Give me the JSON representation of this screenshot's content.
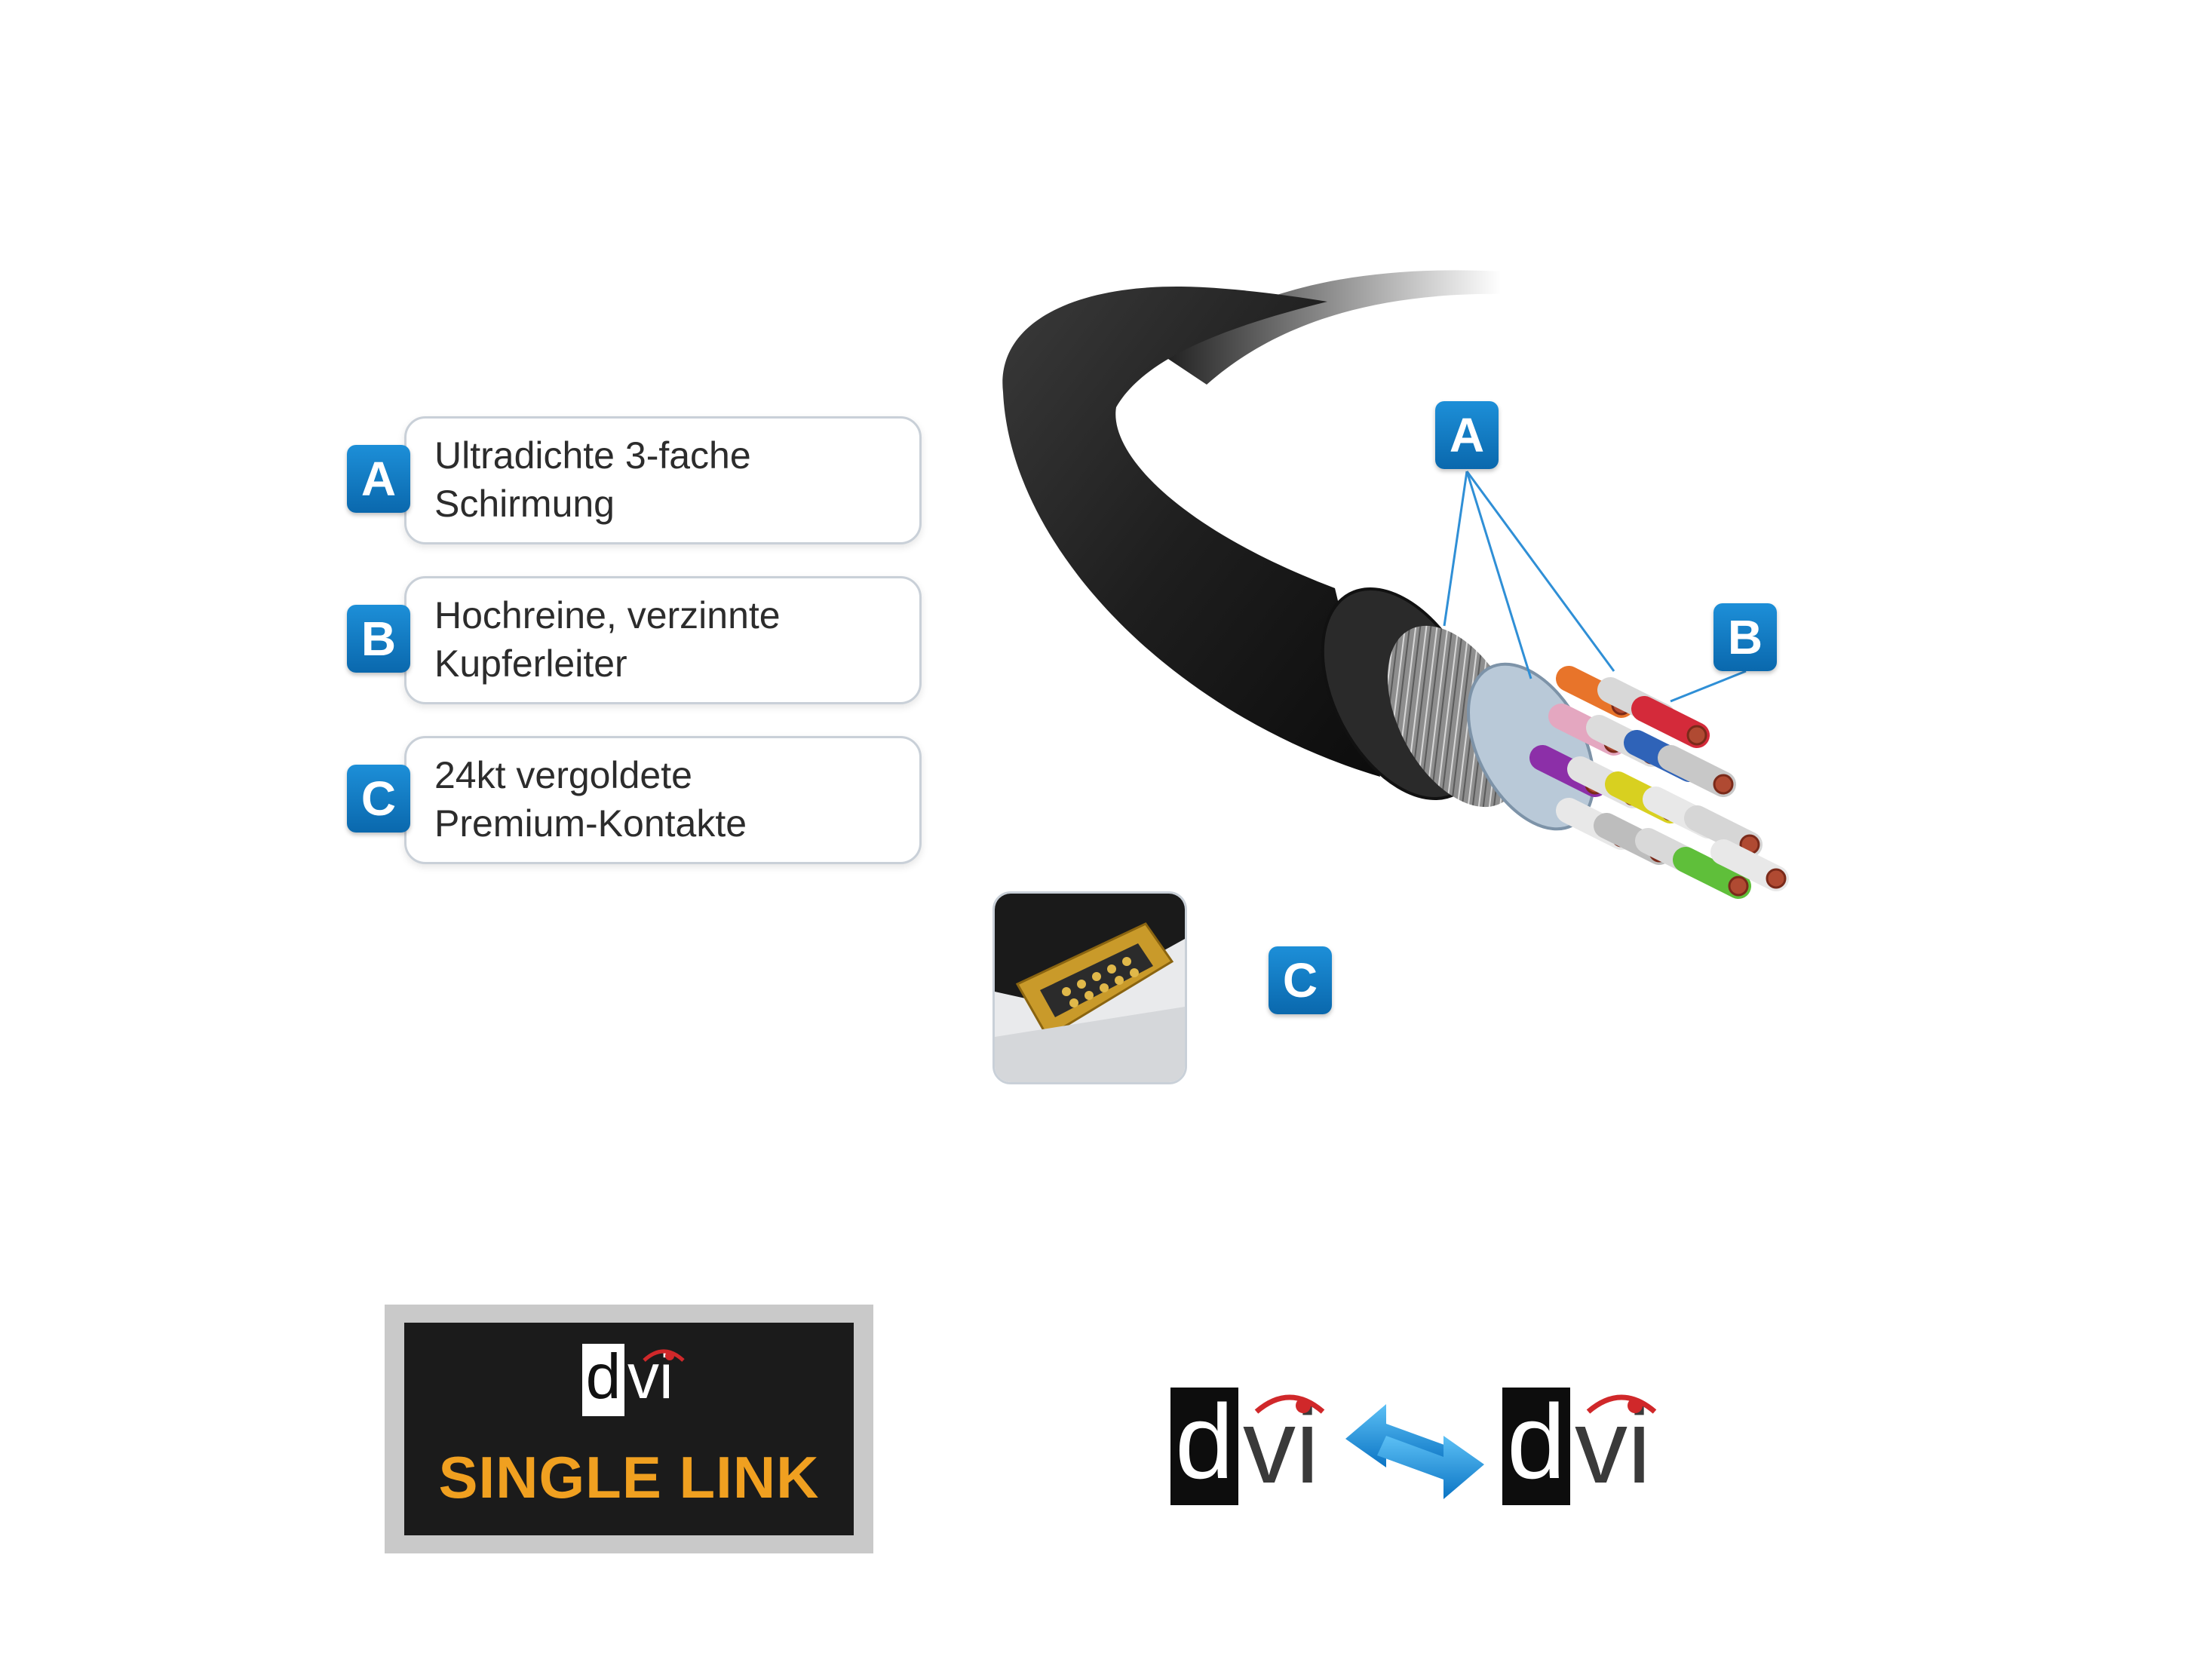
{
  "features": [
    {
      "badge": "A",
      "line1": "Ultradichte 3-fache",
      "line2": "Schirmung"
    },
    {
      "badge": "B",
      "line1": "Hochreine, verzinnte",
      "line2": "Kupferleiter"
    },
    {
      "badge": "C",
      "line1": "24kt vergoldete",
      "line2": "Premium-Kontakte"
    }
  ],
  "callouts": {
    "a": "A",
    "b": "B",
    "c": "C"
  },
  "logos": {
    "single_link_d": "d",
    "single_link_vi": "vi",
    "single_link_label": "SINGLE LINK",
    "left_d": "d",
    "left_vi": "vi",
    "right_d": "d",
    "right_vi": "vi"
  },
  "colors": {
    "badge_blue": "#0a78c8",
    "single_link_orange": "#f0a020",
    "eye_red": "#d0282a"
  }
}
